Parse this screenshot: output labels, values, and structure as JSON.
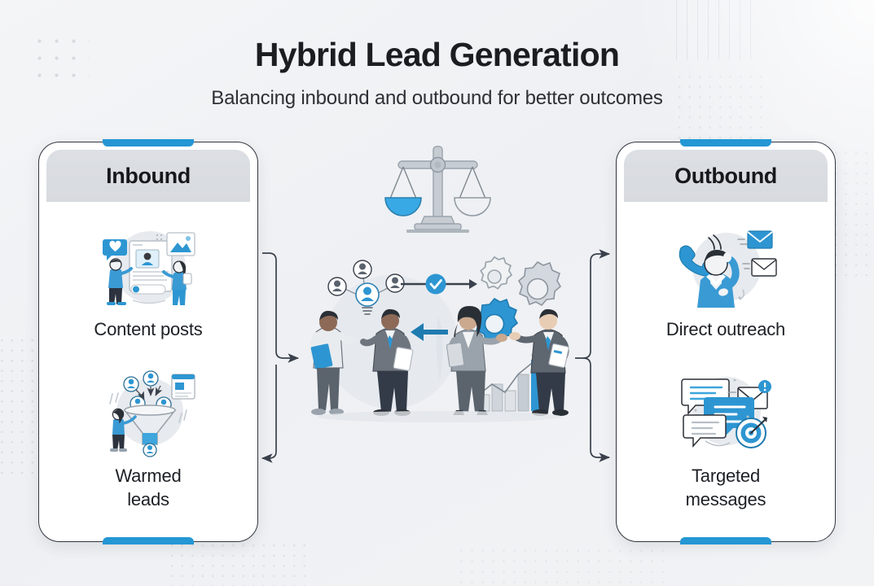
{
  "header": {
    "title": "Hybrid Lead Generation",
    "subtitle": "Balancing inbound and outbound for better outcomes"
  },
  "colors": {
    "accent_blue": "#2497d4",
    "deep_blue": "#1b7fc4",
    "card_border": "#31363f",
    "header_gray": "#d9dce1",
    "background": "#f1f2f5",
    "text_dark": "#16181c",
    "connector": "#3a414c"
  },
  "left_card": {
    "name": "inbound-card",
    "header": "Inbound",
    "tab_top": "phone-tab-top",
    "tab_bottom": "phone-tab-bottom",
    "items": [
      {
        "label": "Content posts",
        "icon": "content-posts-illustration"
      },
      {
        "label": "Warmed\nleads",
        "label_line1": "Warmed",
        "label_line2": "leads",
        "icon": "lead-funnel-illustration"
      }
    ]
  },
  "right_card": {
    "name": "outbound-card",
    "header": "Outbound",
    "tab_top": "phone-tab-top",
    "tab_bottom": "phone-tab-bottom",
    "items": [
      {
        "label": "Direct outreach",
        "icon": "phone-call-outreach-illustration"
      },
      {
        "label": "Targeted messages",
        "label_line1": "Targeted",
        "label_line2": "messages",
        "icon": "chat-bubbles-target-illustration"
      }
    ]
  },
  "center": {
    "scale_icon": "balance-scale-icon",
    "scale_left_pan": "blue-pan",
    "scale_right_pan": "white-pan",
    "main_illustration": "team-collaboration-gears-growth-illustration",
    "elements": [
      "network-of-people-nodes",
      "lightbulb-idea-icon",
      "blue-check-badge",
      "arrow-right",
      "arrow-left",
      "gear-cluster",
      "bar-chart-growth",
      "four-business-people"
    ]
  },
  "connectors": {
    "left_in": "inbound-to-center-arrow",
    "left_out": "center-to-inbound-arrow",
    "right_upper": "center-to-direct-outreach-arrow",
    "right_lower": "center-to-targeted-messages-arrow"
  },
  "decorations": {
    "dotgrid_top_left": "dot-grid-pattern",
    "dotgrid_left_mid": "dot-grid-pattern",
    "dotgrid_bottom_center": "dot-grid-pattern",
    "dotgrid_top_right": "dot-grid-pattern",
    "dotgrid_right_mid": "dot-grid-pattern",
    "dotgrid_bottom_right": "dot-grid-pattern",
    "vertical_lines_top_right": "vertical-line-pattern"
  }
}
